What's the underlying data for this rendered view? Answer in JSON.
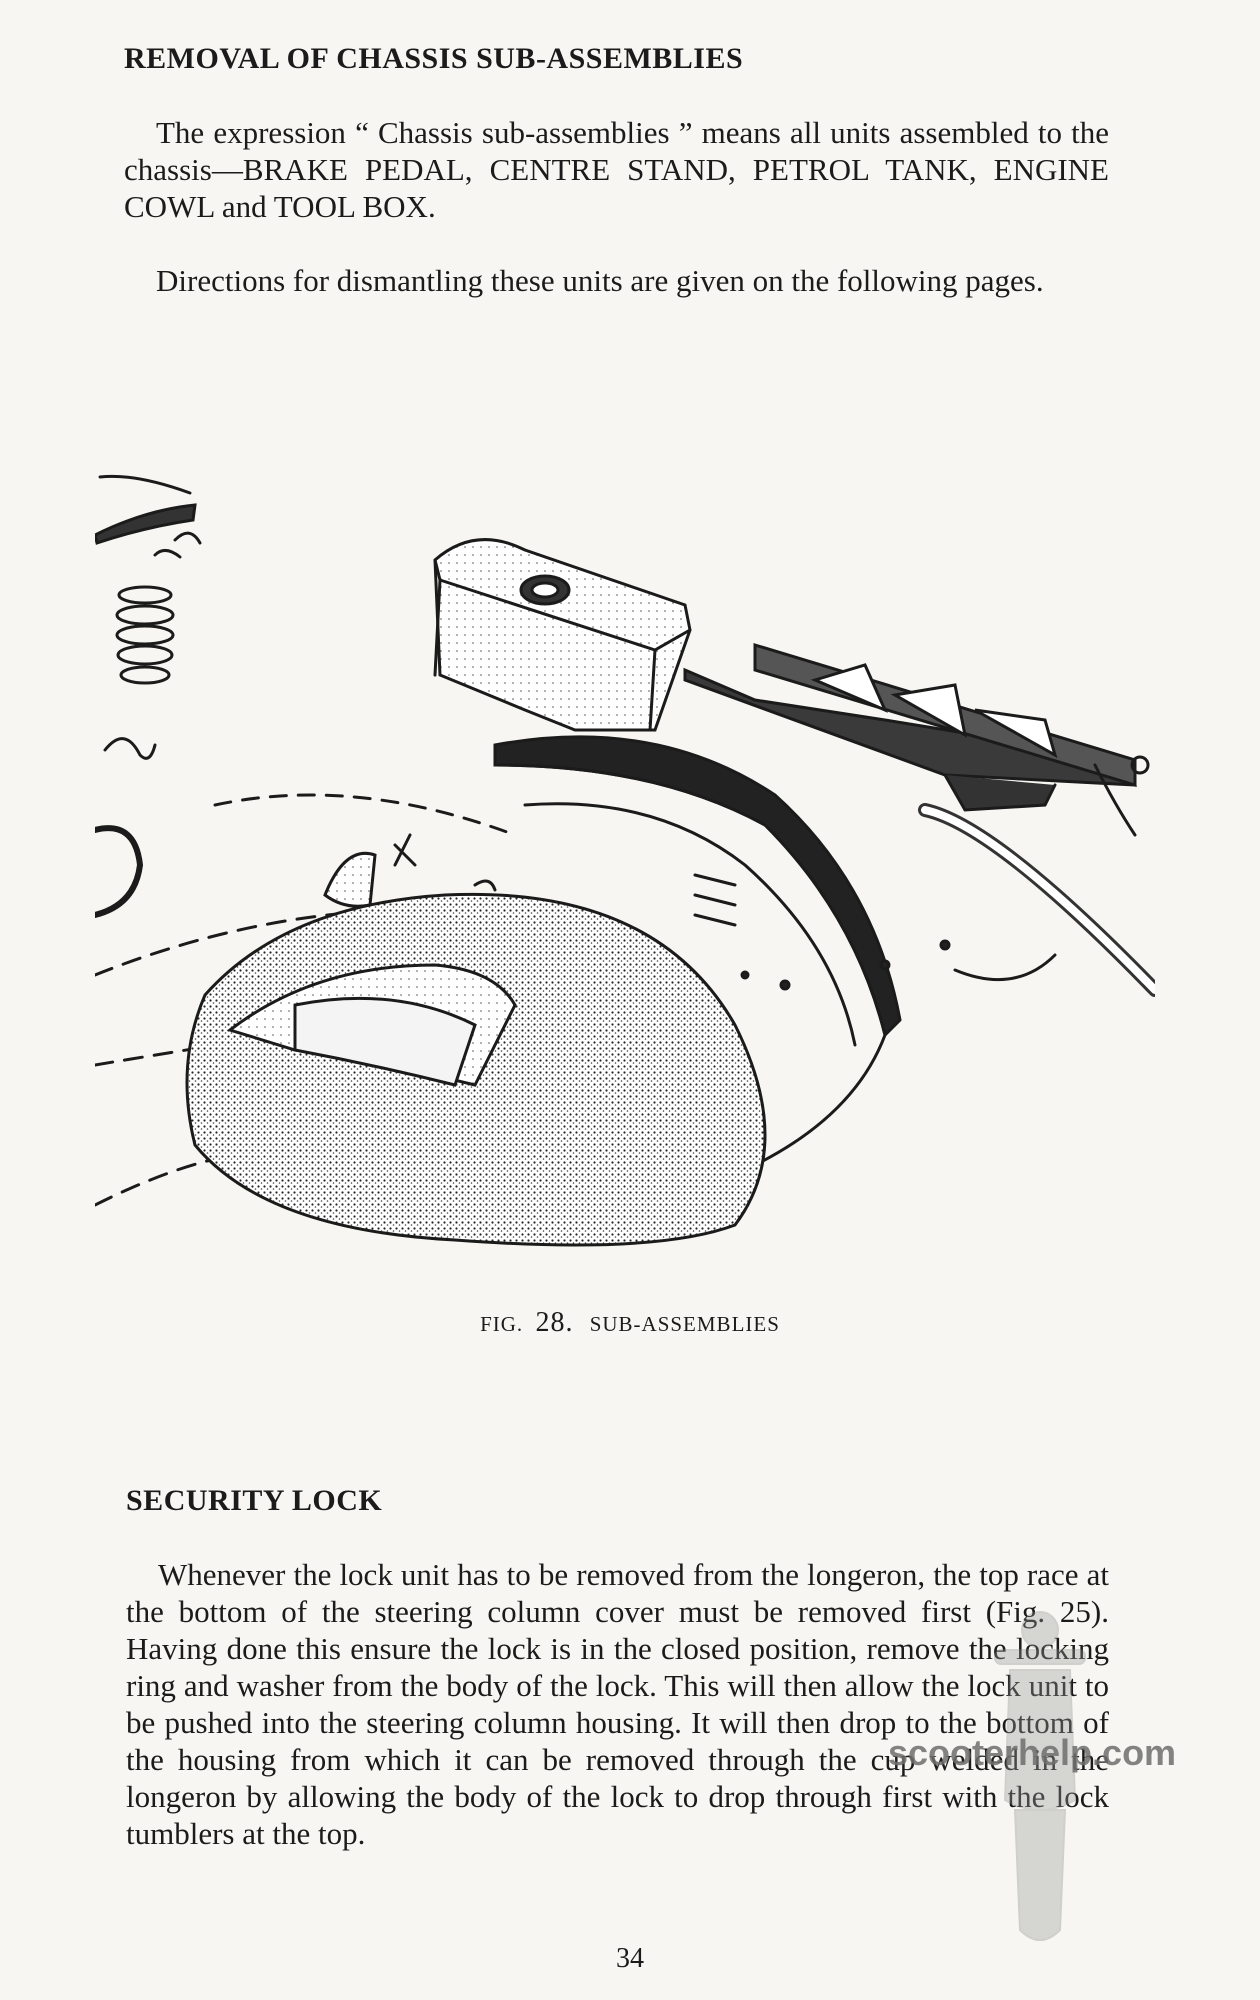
{
  "section1": {
    "heading": "REMOVAL OF CHASSIS SUB-ASSEMBLIES",
    "para1": "The expression “ Chassis sub-assemblies ” means all units assembled to the chassis—BRAKE PEDAL, CENTRE STAND, PETROL TANK, ENGINE COWL and TOOL BOX.",
    "para2": "Directions for dismantling these units are given on the following pages."
  },
  "figure": {
    "label": "FIG.",
    "number": "28.",
    "title": "SUB-ASSEMBLIES",
    "illustration": "exploded-view-scooter-sub-assemblies"
  },
  "section2": {
    "heading": "SECURITY LOCK",
    "para1": "Whenever the lock unit has to be removed from the longeron, the top race at the bottom of the steering column cover must be removed first (Fig. 25). Having done this ensure the lock is in the closed position, remove the locking ring and washer from the body of the lock. This will then allow the lock unit to be pushed into the steering column housing. It will then drop to the bottom of the housing from which it can be removed through the cup welded in the longeron by allowing the body of the lock to drop through first with the lock tumblers at the top."
  },
  "page_number": "34",
  "watermark": {
    "text": "scooterhelp.com"
  }
}
